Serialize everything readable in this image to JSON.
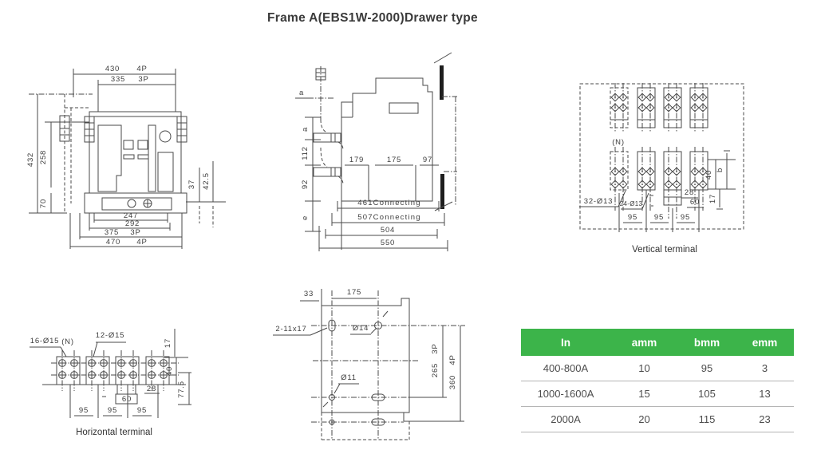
{
  "title": "Frame A(EBS1W-2000)Drawer type",
  "colors": {
    "table_header_green": "#3cb44a",
    "line_gray": "#4a4a4a"
  },
  "front_view": {
    "labels": {
      "d430": "430",
      "d430p": "4P",
      "d335": "335",
      "d335p": "3P",
      "d432": "432",
      "d258": "258",
      "d70": "70",
      "d37": "37",
      "d425": "42.5",
      "d247": "247",
      "d292": "292",
      "d375": "375",
      "d375p": "3P",
      "d470": "470",
      "d470p": "4P"
    }
  },
  "side_view": {
    "labels": {
      "a_top": "a",
      "a_side": "a",
      "d112": "112",
      "d92": "92",
      "e": "e",
      "d179": "179",
      "d175": "175",
      "d97": "97",
      "c461": "461Connecting",
      "c507": "507Connecting",
      "d504": "504",
      "d550": "550"
    }
  },
  "vertical_terminal": {
    "caption": "Vertical terminal",
    "labels": {
      "n": "(N)",
      "d32": "32-Ø13",
      "d24": "24-Ø13",
      "s95a": "95",
      "s95b": "95",
      "s95c": "95",
      "d28": "28",
      "d60": "60",
      "d40": "40",
      "db": "b",
      "d17": "17"
    }
  },
  "horizontal_terminal": {
    "caption": "Horizontal terminal",
    "labels": {
      "d16": "16-Ø15",
      "n": "(N)",
      "d12": "12-Ø15",
      "d17": "17",
      "d40": "40",
      "d28": "28",
      "d60": "60",
      "d775": "77.5",
      "s95a": "95",
      "s95b": "95",
      "s95c": "95"
    }
  },
  "plan_view": {
    "labels": {
      "d33": "33",
      "d175": "175",
      "slot": "2-11x17",
      "d14": "Ø14",
      "d11": "Ø11",
      "d265": "265",
      "d265p": "3P",
      "d360": "360",
      "d360p": "4P"
    }
  },
  "table": {
    "headers": [
      "In",
      "amm",
      "bmm",
      "emm"
    ],
    "rows": [
      [
        "400-800A",
        "10",
        "95",
        "3"
      ],
      [
        "1000-1600A",
        "15",
        "105",
        "13"
      ],
      [
        "2000A",
        "20",
        "115",
        "23"
      ]
    ]
  }
}
